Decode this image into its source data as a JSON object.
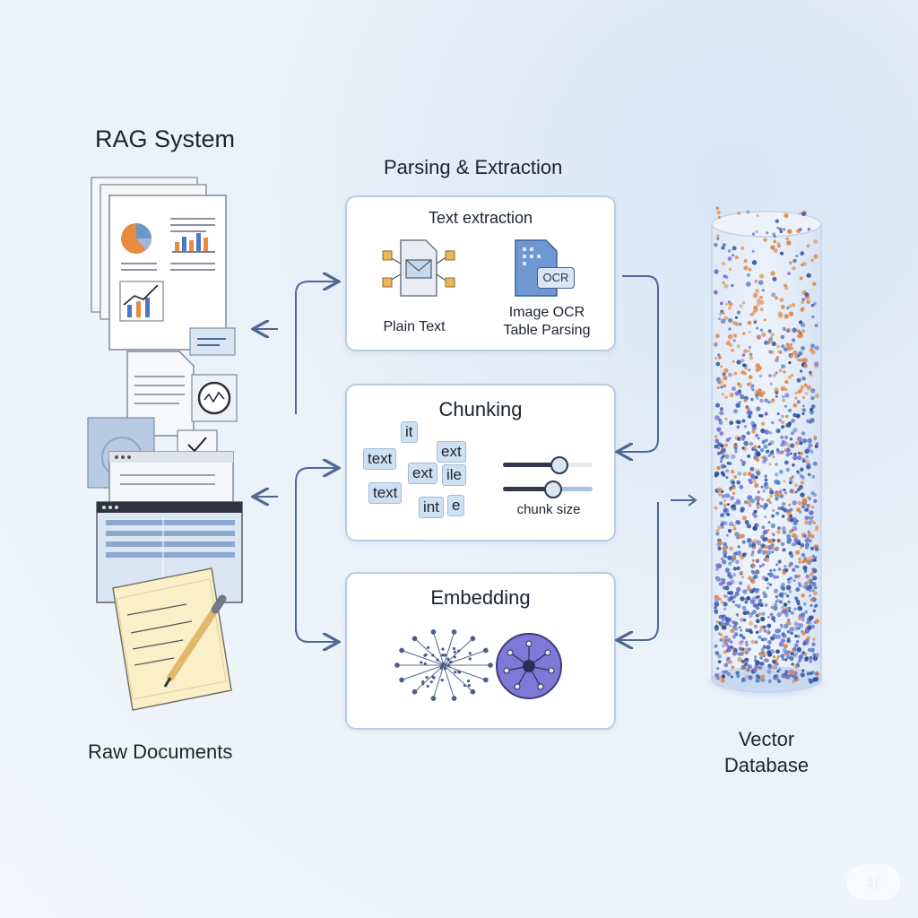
{
  "title": "RAG System",
  "section_title": "Parsing & Extraction",
  "cards": {
    "text_extraction": {
      "title": "Text extraction",
      "plain_text_label": "Plain Text",
      "ocr_badge": "OCR",
      "image_ocr_label": "Image OCR",
      "table_parsing_label": "Table Parsing"
    },
    "chunking": {
      "title": "Chunking",
      "chips": [
        "it",
        "text",
        "ext",
        "ext",
        "ile",
        "text",
        "int",
        "e"
      ],
      "slider_label": "chunk size",
      "slider1_level": 0.62,
      "slider2_level": 0.55
    },
    "embedding": {
      "title": "Embedding"
    }
  },
  "raw_documents_label": "Raw Documents",
  "vector_db_label_line1": "Vector",
  "vector_db_label_line2": "Database",
  "watermark": "ai",
  "colors": {
    "accent_blue": "#4a78c2",
    "card_border": "#b9cce3",
    "arrow": "#4f6792",
    "dot_orange": "#e08a48",
    "dot_blue": "#3f63b6",
    "dot_purple": "#7c6fcf"
  }
}
